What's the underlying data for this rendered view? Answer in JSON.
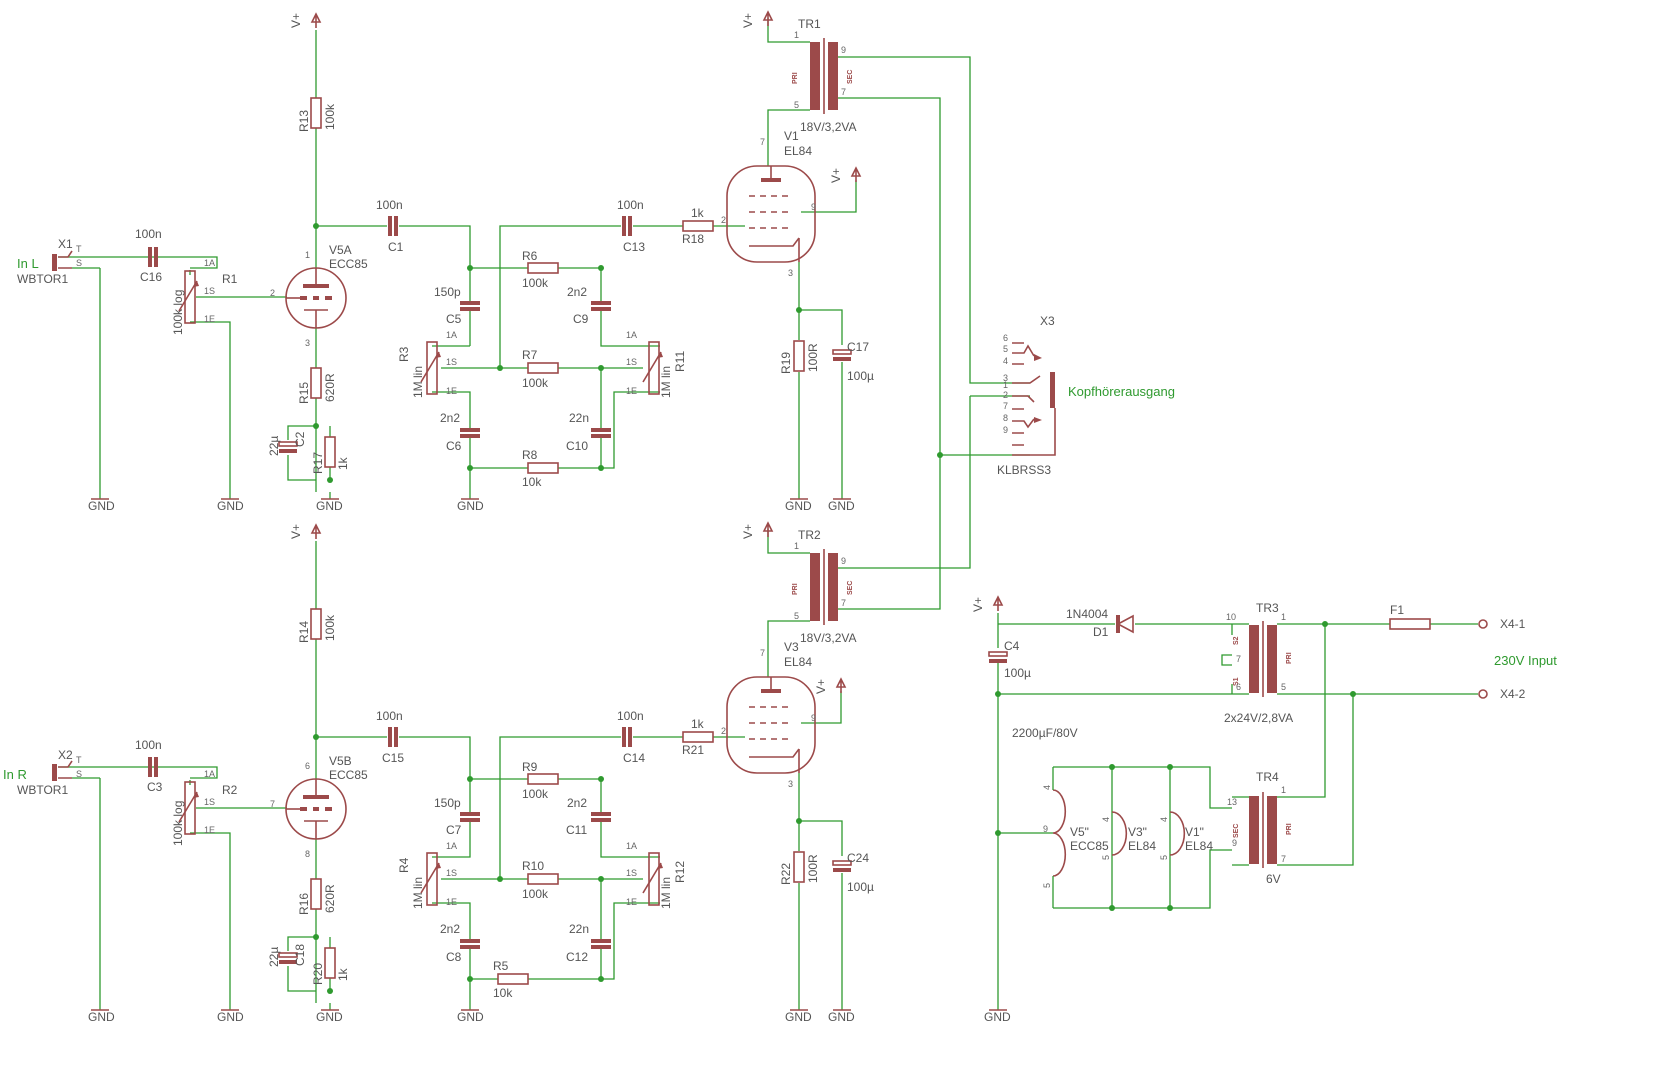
{
  "supply": "V+",
  "ground": "GND",
  "inputs": {
    "left": {
      "name": "In L",
      "ref": "X1",
      "type": "WBTOR1",
      "pin_t": "T",
      "pin_s": "S"
    },
    "right": {
      "name": "In R",
      "ref": "X2",
      "type": "WBTOR1",
      "pin_t": "T",
      "pin_s": "S"
    }
  },
  "pot_pins": {
    "a": "1A",
    "s": "1S",
    "e": "1E"
  },
  "channel_left": {
    "c_in": {
      "ref": "C16",
      "value": "100n"
    },
    "r_vol": {
      "ref": "R1",
      "value": "100k log"
    },
    "tube": {
      "ref": "V5A",
      "type": "ECC85",
      "pin_a": "1",
      "pin_g": "2",
      "pin_k": "3"
    },
    "r_anode": {
      "ref": "R13",
      "value": "100k"
    },
    "r_cathode": {
      "ref": "R15",
      "value": "620R"
    },
    "r_k2": {
      "ref": "R17",
      "value": "1k"
    },
    "c_cathode": {
      "ref": "C2",
      "value": "22µ"
    },
    "c_couple": {
      "ref": "C1",
      "value": "100n"
    },
    "c5": {
      "ref": "C5",
      "value": "150p"
    },
    "c6": {
      "ref": "C6",
      "value": "2n2"
    },
    "c9": {
      "ref": "C9",
      "value": "2n2"
    },
    "c10": {
      "ref": "C10",
      "value": "22n"
    },
    "r6": {
      "ref": "R6",
      "value": "100k"
    },
    "r7": {
      "ref": "R7",
      "value": "100k"
    },
    "r8": {
      "ref": "R8",
      "value": "10k"
    },
    "r_bass": {
      "ref": "R3",
      "value": "1M lin"
    },
    "r_treble": {
      "ref": "R11",
      "value": "1M lin"
    },
    "c_grid": {
      "ref": "C13",
      "value": "100n"
    },
    "r_grid": {
      "ref": "R18",
      "value": "1k"
    },
    "power_tube": {
      "ref": "V1",
      "type": "EL84",
      "pin_a": "7",
      "pin_g": "2",
      "pin_g2": "9",
      "pin_k": "3"
    },
    "r_kp": {
      "ref": "R19",
      "value": "100R"
    },
    "c_kp": {
      "ref": "C17",
      "value": "100µ"
    },
    "transformer": {
      "ref": "TR1",
      "value": "18V/3,2VA",
      "pri": "PRI",
      "sec": "SEC",
      "p1": "1",
      "p5": "5",
      "p9": "9",
      "p7": "7"
    }
  },
  "channel_right": {
    "c_in": {
      "ref": "C3",
      "value": "100n"
    },
    "r_vol": {
      "ref": "R2",
      "value": "100k log"
    },
    "tube": {
      "ref": "V5B",
      "type": "ECC85",
      "pin_a": "6",
      "pin_g": "7",
      "pin_k": "8"
    },
    "r_anode": {
      "ref": "R14",
      "value": "100k"
    },
    "r_cathode": {
      "ref": "R16",
      "value": "620R"
    },
    "r_k2": {
      "ref": "R20",
      "value": "1k"
    },
    "c_cathode": {
      "ref": "C18",
      "value": "22µ"
    },
    "c_couple": {
      "ref": "C15",
      "value": "100n"
    },
    "c5": {
      "ref": "C7",
      "value": "150p"
    },
    "c6": {
      "ref": "C8",
      "value": "2n2"
    },
    "c9": {
      "ref": "C11",
      "value": "2n2"
    },
    "c10": {
      "ref": "C12",
      "value": "22n"
    },
    "r6": {
      "ref": "R9",
      "value": "100k"
    },
    "r7": {
      "ref": "R10",
      "value": "100k"
    },
    "r8": {
      "ref": "R5",
      "value": "10k"
    },
    "r_bass": {
      "ref": "R4",
      "value": "1M lin"
    },
    "r_treble": {
      "ref": "R12",
      "value": "1M lin"
    },
    "c_grid": {
      "ref": "C14",
      "value": "100n"
    },
    "r_grid": {
      "ref": "R21",
      "value": "1k"
    },
    "power_tube": {
      "ref": "V3",
      "type": "EL84",
      "pin_a": "7",
      "pin_g": "2",
      "pin_g2": "9",
      "pin_k": "3"
    },
    "r_kp": {
      "ref": "R22",
      "value": "100R"
    },
    "c_kp": {
      "ref": "C24",
      "value": "100µ"
    },
    "transformer": {
      "ref": "TR2",
      "value": "18V/3,2VA",
      "pri": "PRI",
      "sec": "SEC",
      "p1": "1",
      "p5": "5",
      "p9": "9",
      "p7": "7"
    }
  },
  "headphone": {
    "ref": "X3",
    "type": "KLBRSS3",
    "label": "Kopfhörerausgang",
    "pins": [
      "6",
      "5",
      "4",
      "3",
      "1",
      "2",
      "7",
      "8",
      "9"
    ]
  },
  "psu": {
    "diode": {
      "ref": "D1",
      "type": "1N4004"
    },
    "c_filter": {
      "ref": "C4",
      "value": "100µ"
    },
    "c_note": "2200µF/80V",
    "tr3": {
      "ref": "TR3",
      "value": "2x24V/2,8VA",
      "s1": "S1",
      "s2": "S2",
      "pri": "PRI",
      "p10": "10",
      "p7": "7",
      "p6": "6",
      "p1": "1",
      "p5": "5"
    },
    "tr4": {
      "ref": "TR4",
      "value": "6V",
      "sec": "SEC",
      "pri": "PRI",
      "p13": "13",
      "p9": "9",
      "p1": "1",
      "p7": "7"
    },
    "fuse": {
      "ref": "F1"
    },
    "mains_1": "X4-1",
    "mains_2": "X4-2",
    "mains_label": "230V Input",
    "heaters": [
      {
        "ref": "V5\"",
        "type": "ECC85",
        "p_top": "4",
        "p_mid": "9",
        "p_bot": "5"
      },
      {
        "ref": "V3\"",
        "type": "EL84",
        "p_top": "4",
        "p_bot": "5"
      },
      {
        "ref": "V1\"",
        "type": "EL84",
        "p_top": "4",
        "p_bot": "5"
      }
    ]
  }
}
